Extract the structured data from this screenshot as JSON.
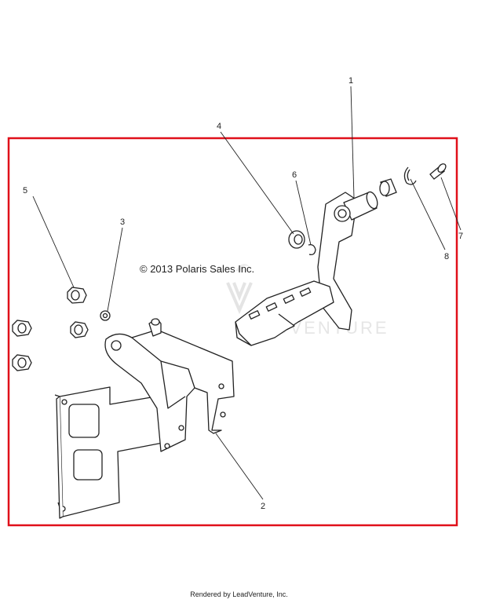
{
  "diagram": {
    "copyright": "© 2013 Polaris Sales Inc.",
    "watermark": "LEADVENTURE",
    "border_color": "#e0101a",
    "callouts": [
      "1",
      "2",
      "3",
      "4",
      "5",
      "6",
      "7",
      "8"
    ]
  },
  "footer": {
    "text": "Rendered by LeadVenture, Inc."
  }
}
